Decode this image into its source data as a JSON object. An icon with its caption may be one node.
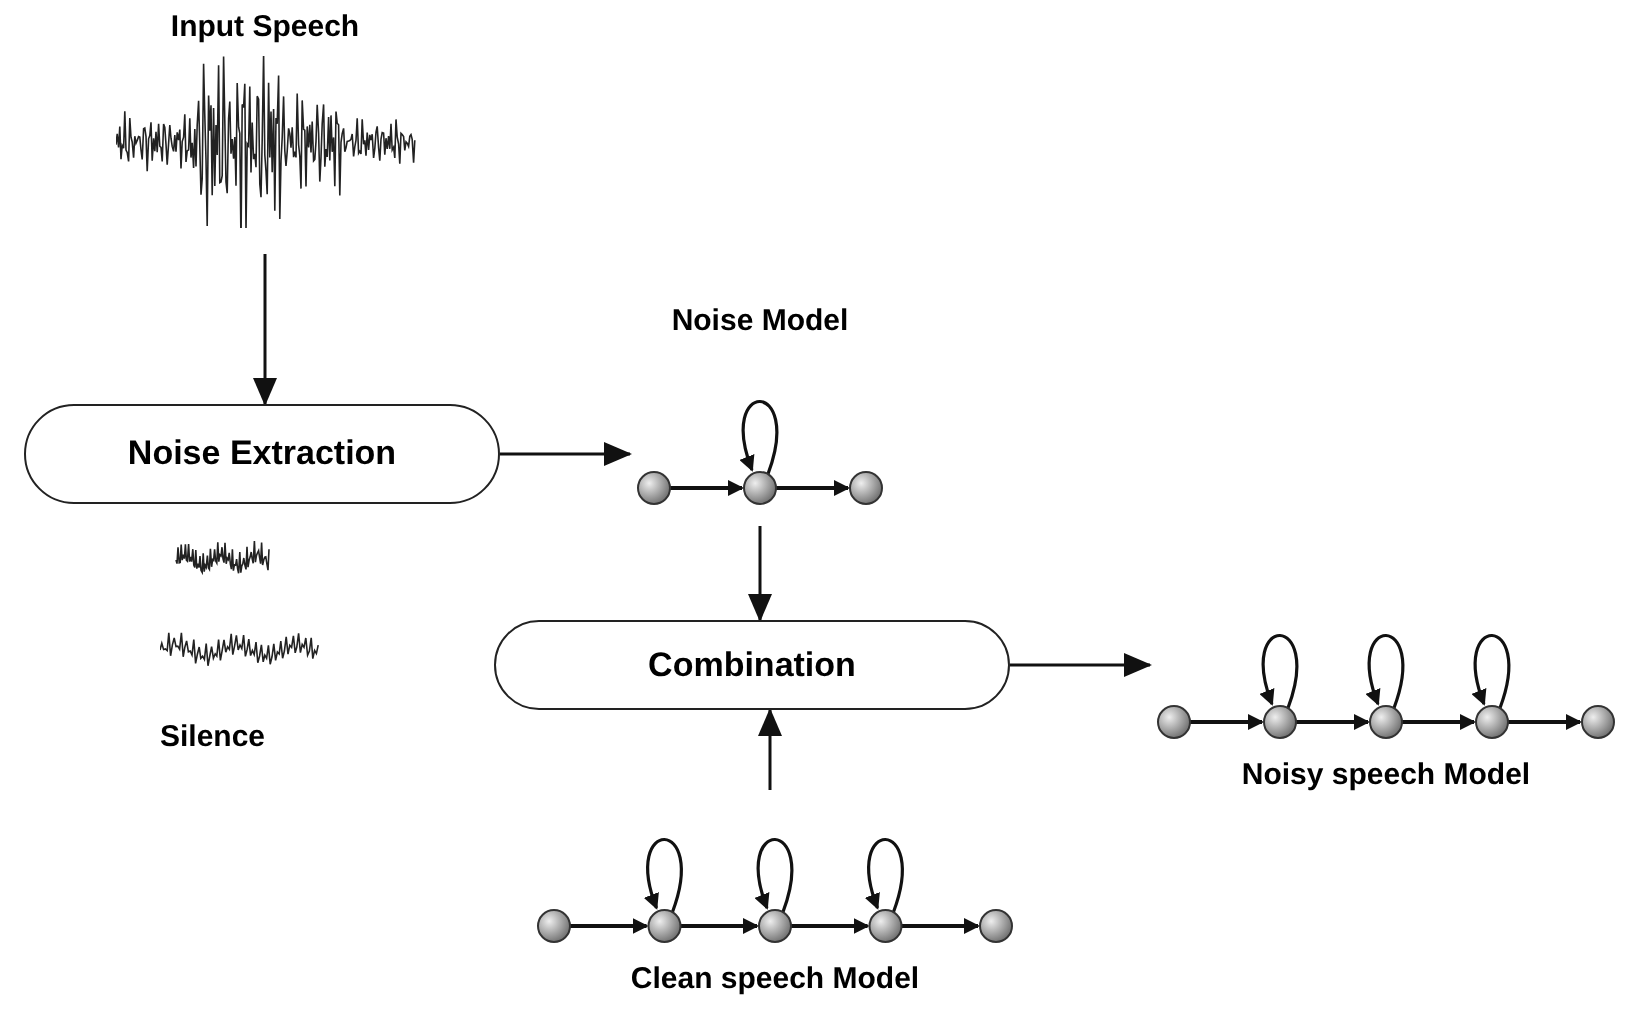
{
  "diagram": {
    "nodes": [
      {
        "text": [
          "Input Speech"
        ]
      },
      {
        "text": [
          "Noise Extraction"
        ]
      },
      {
        "text": [
          "Noise Model"
        ]
      },
      {
        "text": [
          "Combination"
        ]
      },
      {
        "text": [
          "Clean speech Model"
        ]
      },
      {
        "text": [
          "Noisy speech Model"
        ]
      }
    ],
    "edges": [
      {
        "from": 0,
        "to": 1,
        "arrow": "to"
      },
      {
        "from": 1,
        "to": 2,
        "arrow": "to"
      },
      {
        "from": 2,
        "to": 3,
        "arrow": "to"
      },
      {
        "from": 4,
        "to": 3,
        "arrow": "to"
      },
      {
        "from": 3,
        "to": 5,
        "arrow": "to"
      }
    ],
    "labels": [
      "Silence"
    ]
  }
}
